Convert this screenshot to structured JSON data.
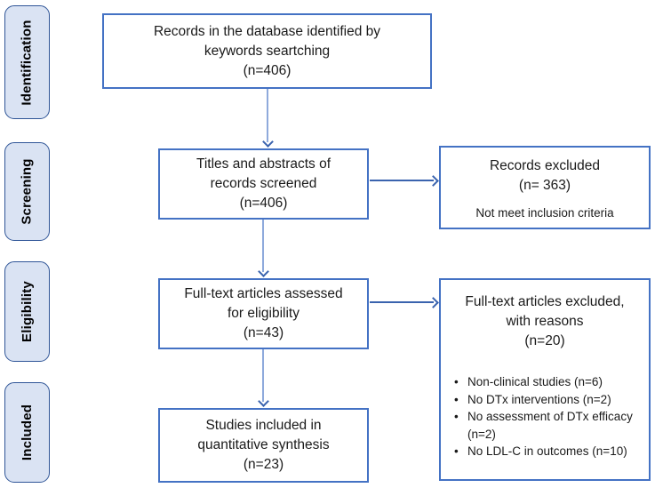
{
  "palette": {
    "box-border": "#4472c4",
    "stage-fill": "#dae3f3",
    "stage-border": "#2f5597",
    "text": "#1a1a1a",
    "arrow-light": "#8faadc",
    "arrow-dark": "#3a63ae"
  },
  "icons": {
    "bullet": "•"
  },
  "stages": [
    {
      "label": "Identification"
    },
    {
      "label": "Screening"
    },
    {
      "label": "Eligibility"
    },
    {
      "label": "Included"
    }
  ],
  "flow": [
    {
      "lines": [
        "Records in the database identified by",
        "keywords seartching",
        "(n=406)"
      ]
    },
    {
      "lines": [
        "Titles and abstracts of",
        "records screened",
        "(n=406)"
      ]
    },
    {
      "lines": [
        "Full-text articles assessed",
        "for eligibility",
        "(n=43)"
      ]
    },
    {
      "lines": [
        "Studies included in",
        "quantitative synthesis",
        "(n=23)"
      ]
    }
  ],
  "exclusions": [
    {
      "lines": [
        "Records excluded",
        "(n= 363)"
      ],
      "note": "Not meet inclusion criteria"
    },
    {
      "lines": [
        "Full-text articles excluded,",
        "with reasons",
        "(n=20)"
      ],
      "reasons": [
        "Non-clinical studies (n=6)",
        "No DTx interventions (n=2)",
        "No assessment of DTx efficacy (n=2)",
        "No LDL-C in outcomes (n=10)"
      ]
    }
  ]
}
